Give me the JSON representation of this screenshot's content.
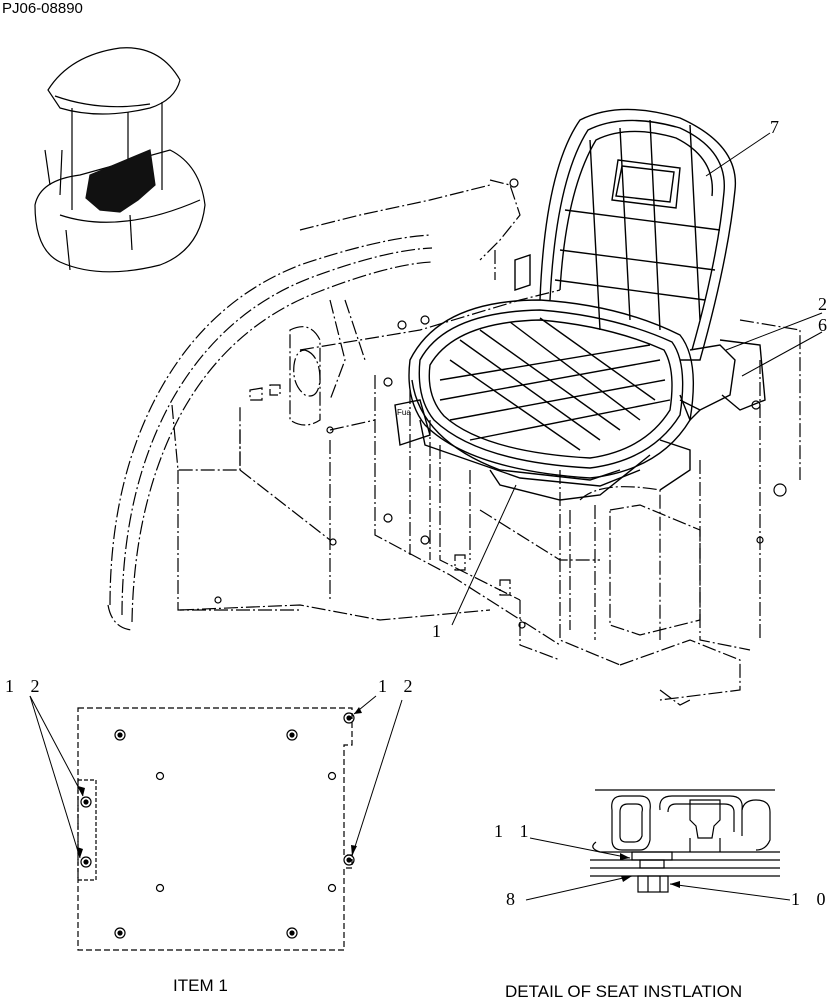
{
  "drawing_code": "PJ06-08890",
  "callouts": {
    "c7": "7",
    "c2": "2",
    "c6": "6",
    "c1": "1",
    "c12_left": "1 2",
    "c12_right": "1 2",
    "c11": "1 1",
    "c8": "8",
    "c10": "1 0"
  },
  "captions": {
    "item1": "ITEM 1",
    "detail": "DETAIL OF SEAT INSTLATION"
  },
  "colors": {
    "line": "#000000",
    "background": "#ffffff",
    "seat_fill": "#111111"
  }
}
